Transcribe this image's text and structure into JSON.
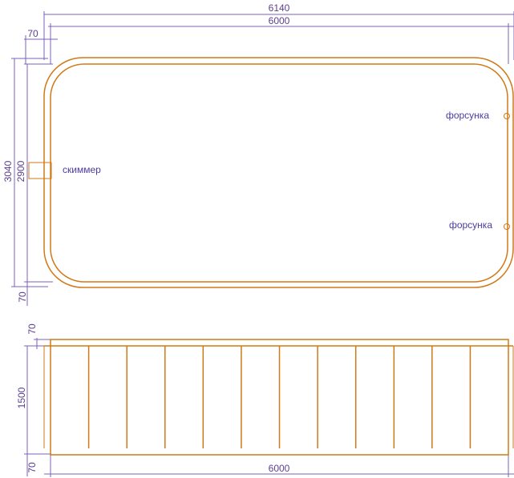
{
  "colors": {
    "outline": "#d07a16",
    "dimension": "#7b62b8",
    "label_text": "#4f3aa0",
    "background": "#ffffff"
  },
  "plan": {
    "dims": {
      "overall_length": "6140",
      "inner_length": "6000",
      "wall_thickness_top": "70",
      "overall_width": "3040",
      "inner_width": "2900",
      "wall_thickness_bottom": "70"
    },
    "labels": {
      "skimmer": "скиммер",
      "nozzle_upper": "форсунка",
      "nozzle_lower": "форсунка"
    }
  },
  "elevation": {
    "dims": {
      "wall_thickness_top": "70",
      "height": "1500",
      "wall_thickness_bottom": "70",
      "length": "6000"
    },
    "panel_count": 12
  }
}
